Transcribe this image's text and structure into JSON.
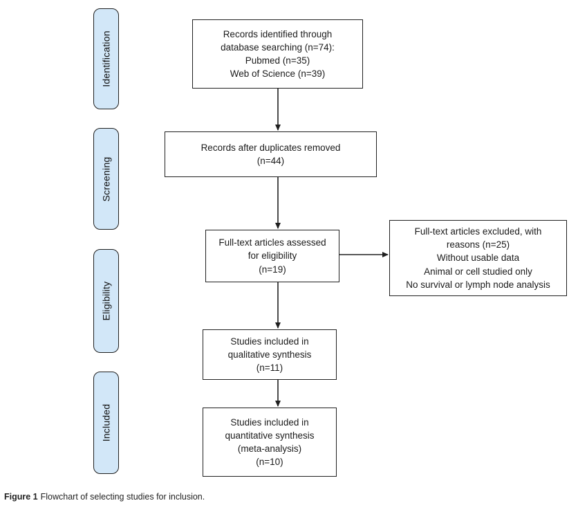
{
  "figure": {
    "caption_label": "Figure 1",
    "caption_text": "Flowchart of selecting studies for inclusion."
  },
  "stages": [
    {
      "label": "Identification"
    },
    {
      "label": "Screening"
    },
    {
      "label": "Eligibility"
    },
    {
      "label": "Included"
    }
  ],
  "boxes": {
    "identified": {
      "lines": [
        "Records identified through",
        "database searching (n=74):",
        "Pubmed (n=35)",
        "Web of Science (n=39)"
      ]
    },
    "duplicates_removed": {
      "lines": [
        "Records after duplicates removed",
        "(n=44)"
      ]
    },
    "fulltext_assessed": {
      "lines": [
        "Full-text articles assessed",
        "for eligibility",
        "(n=19)"
      ]
    },
    "fulltext_excluded": {
      "lines": [
        "Full-text articles excluded, with",
        "reasons (n=25)",
        "Without usable data",
        "Animal or cell studied only",
        "No survival or lymph node analysis"
      ]
    },
    "qualitative_synthesis": {
      "lines": [
        "Studies included in",
        "qualitative synthesis",
        "(n=11)"
      ]
    },
    "quantitative_synthesis": {
      "lines": [
        "Studies included in",
        "quantitative synthesis",
        "(meta-analysis)",
        "(n=10)"
      ]
    }
  },
  "colors": {
    "stage_fill": "#d2e7f8",
    "border": "#1f1f1f",
    "arrow": "#1f1f1f",
    "background": "#ffffff"
  }
}
